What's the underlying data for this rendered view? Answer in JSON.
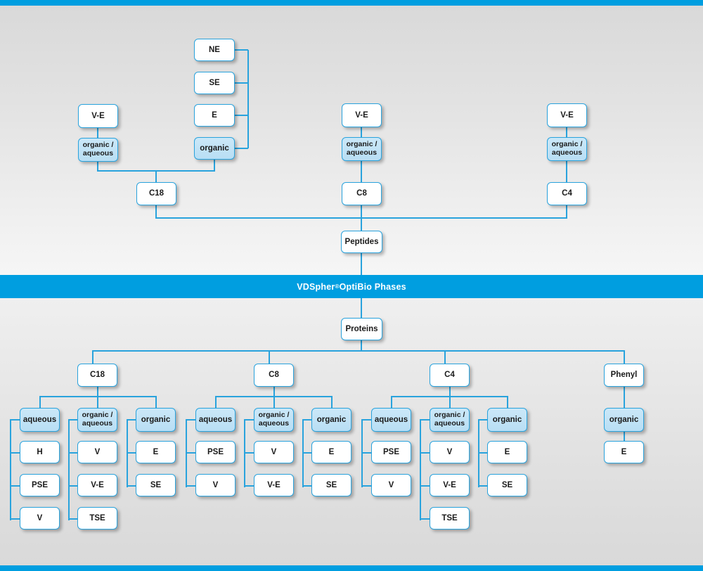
{
  "banner": {
    "brand": "VDSpher",
    "trademark": "®",
    "suffix": " OptiBio Phases"
  },
  "accent_colors": {
    "brand_blue": "#009ee0",
    "line_blue": "#29a3dd",
    "node_border": "#2aa3dd",
    "node_fill_white": "#ffffff",
    "node_fill_tint": "#bfe2f6",
    "background_grey": "#e2e2e2"
  },
  "peptides": {
    "root_label": "Peptides",
    "branches": [
      {
        "chain_label": "C18",
        "modifier_label": "organic /\naqueous",
        "modifier_type": "tint",
        "modifier_children": [
          "V-E"
        ],
        "second_modifier_label": "organic",
        "second_modifier_type": "tint",
        "second_modifier_children": [
          "NE",
          "SE",
          "E"
        ]
      },
      {
        "chain_label": "C8",
        "modifier_label": "organic /\naqueous",
        "modifier_type": "tint",
        "modifier_children": [
          "V-E"
        ]
      },
      {
        "chain_label": "C4",
        "modifier_label": "organic /\naqueous",
        "modifier_type": "tint",
        "modifier_children": [
          "V-E"
        ]
      }
    ]
  },
  "proteins": {
    "root_label": "Proteins",
    "branches": [
      {
        "chain_label": "C18",
        "groups": [
          {
            "label": "aqueous",
            "items": [
              "H",
              "PSE",
              "V"
            ]
          },
          {
            "label": "organic /\naqueous",
            "items": [
              "V",
              "V-E",
              "TSE"
            ]
          },
          {
            "label": "organic",
            "items": [
              "E",
              "SE"
            ]
          }
        ]
      },
      {
        "chain_label": "C8",
        "groups": [
          {
            "label": "aqueous",
            "items": [
              "PSE",
              "V"
            ]
          },
          {
            "label": "organic /\naqueous",
            "items": [
              "V",
              "V-E"
            ]
          },
          {
            "label": "organic",
            "items": [
              "E",
              "SE"
            ]
          }
        ]
      },
      {
        "chain_label": "C4",
        "groups": [
          {
            "label": "aqueous",
            "items": [
              "PSE",
              "V"
            ]
          },
          {
            "label": "organic /\naqueous",
            "items": [
              "V",
              "V-E",
              "TSE"
            ]
          },
          {
            "label": "organic",
            "items": [
              "E",
              "SE"
            ]
          }
        ]
      },
      {
        "chain_label": "Phenyl",
        "groups": [
          {
            "label": "organic",
            "items": [
              "E"
            ]
          }
        ]
      }
    ]
  }
}
